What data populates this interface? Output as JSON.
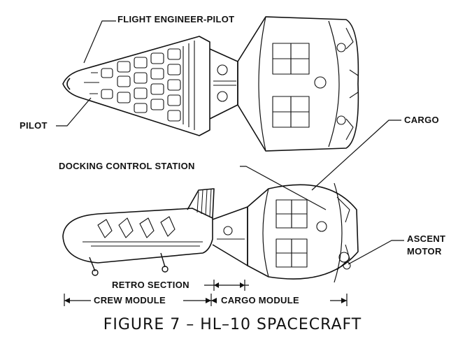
{
  "labels": {
    "flight_engineer_pilot": "FLIGHT ENGINEER-PILOT",
    "pilot": "PILOT",
    "cargo": "CARGO",
    "docking_control_station": "DOCKING CONTROL STATION",
    "ascent_motor_line1": "ASCENT",
    "ascent_motor_line2": "MOTOR",
    "retro_section": "RETRO SECTION",
    "crew_module": "CREW MODULE",
    "cargo_module": "CARGO MODULE"
  },
  "caption": "FIGURE 7 – HL–10 SPACECRAFT"
}
